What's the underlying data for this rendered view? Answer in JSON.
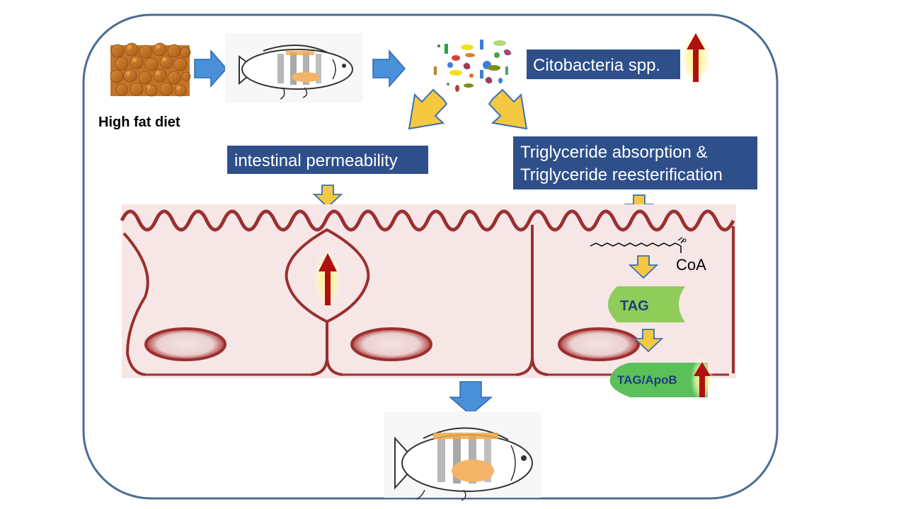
{
  "diet": {
    "label": "High fat diet"
  },
  "bacteria": {
    "label": "Citobacteria spp."
  },
  "permeability": {
    "label": "intestinal permeability"
  },
  "absorption": {
    "line1": "Triglyceride absorption &",
    "line2": "Triglyceride reesterification"
  },
  "acyl_coa": {
    "label": "CoA"
  },
  "tag": {
    "label": "TAG"
  },
  "tag_apob": {
    "label": "TAG/ApoB"
  },
  "colors": {
    "frame": "#4a6d93",
    "label_bg": "#2e4f8a",
    "blue_arrow": "#4a90d9",
    "yellow_arrow": "#f5c842",
    "red_arrow": "#b01010",
    "cell_stroke": "#9b2f2f",
    "cell_fill": "#f6e6e6",
    "tag_green": "#8fcc5a",
    "tag_apob_green": "#5cc05a"
  }
}
